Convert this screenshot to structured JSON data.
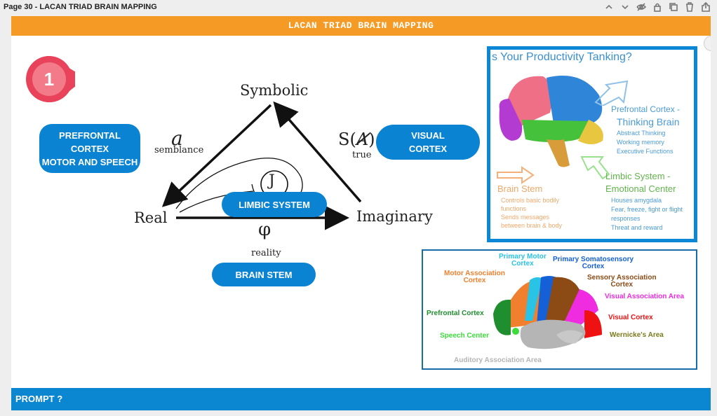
{
  "page": {
    "label": "Page 30 - LACAN TRIAD BRAIN MAPPING"
  },
  "slide": {
    "title": "LACAN TRIAD BRAIN MAPPING",
    "prompt": "PROMPT ?",
    "badge_number": "1"
  },
  "pills": {
    "prefrontal": [
      "PREFRONTAL",
      "CORTEX",
      "MOTOR AND SPEECH"
    ],
    "visual": [
      "VISUAL",
      "CORTEX"
    ],
    "limbic": "LIMBIC SYSTEM",
    "brainstem": "BRAIN STEM"
  },
  "triad": {
    "symbolic": "Symbolic",
    "real": "Real",
    "imaginary": "Imaginary",
    "a": "a",
    "semblance": "semblance",
    "s_a": "S(A)",
    "s_a_prefix": "S(",
    "s_a_letter": "A",
    "s_a_suffix": ")",
    "true": "true",
    "j": "J",
    "phi": "φ",
    "reality": "reality"
  },
  "brain1": {
    "title": "s Your Productivity Tanking?",
    "prefrontal_title": "Prefrontal Cortex -",
    "prefrontal_sub": "Thinking Brain",
    "prefrontal_items": [
      "Abstract Thinking",
      "Working memory",
      "Executive Functions"
    ],
    "limbic_title": "Limbic System -",
    "limbic_sub": "Emotional Center",
    "limbic_items": [
      "Houses amygdala",
      "Fear, freeze, fight or flight",
      "responses",
      "Threat and reward"
    ],
    "stem_title": "Brain Stem",
    "stem_items": [
      "Controls basic bodily",
      "functions",
      "Sends messages",
      "between brain & body"
    ]
  },
  "brain2": {
    "primary_motor": [
      "Primary Motor",
      "Cortex"
    ],
    "primary_somato": [
      "Primary Somatosensory",
      "Cortex"
    ],
    "motor_assoc": [
      "Motor Association",
      "Cortex"
    ],
    "sensory_assoc": [
      "Sensory Association",
      "Cortex"
    ],
    "visual_assoc": "Visual Association Area",
    "prefrontal": "Prefrontal Cortex",
    "visual_cortex": "Visual Cortex",
    "speech": "Speech Center",
    "wernicke": "Wernicke's Area",
    "auditory": "Auditory Association Area"
  },
  "colors": {
    "title_bar": "#f59b25",
    "prompt_bar": "#0b86d1",
    "pill": "#0b83d3",
    "badge": "#e8435a"
  },
  "toolbar_icons": [
    "chevron-up-icon",
    "chevron-down-icon",
    "eye-off-icon",
    "lock-icon",
    "copy-icon",
    "trash-icon",
    "share-icon"
  ]
}
